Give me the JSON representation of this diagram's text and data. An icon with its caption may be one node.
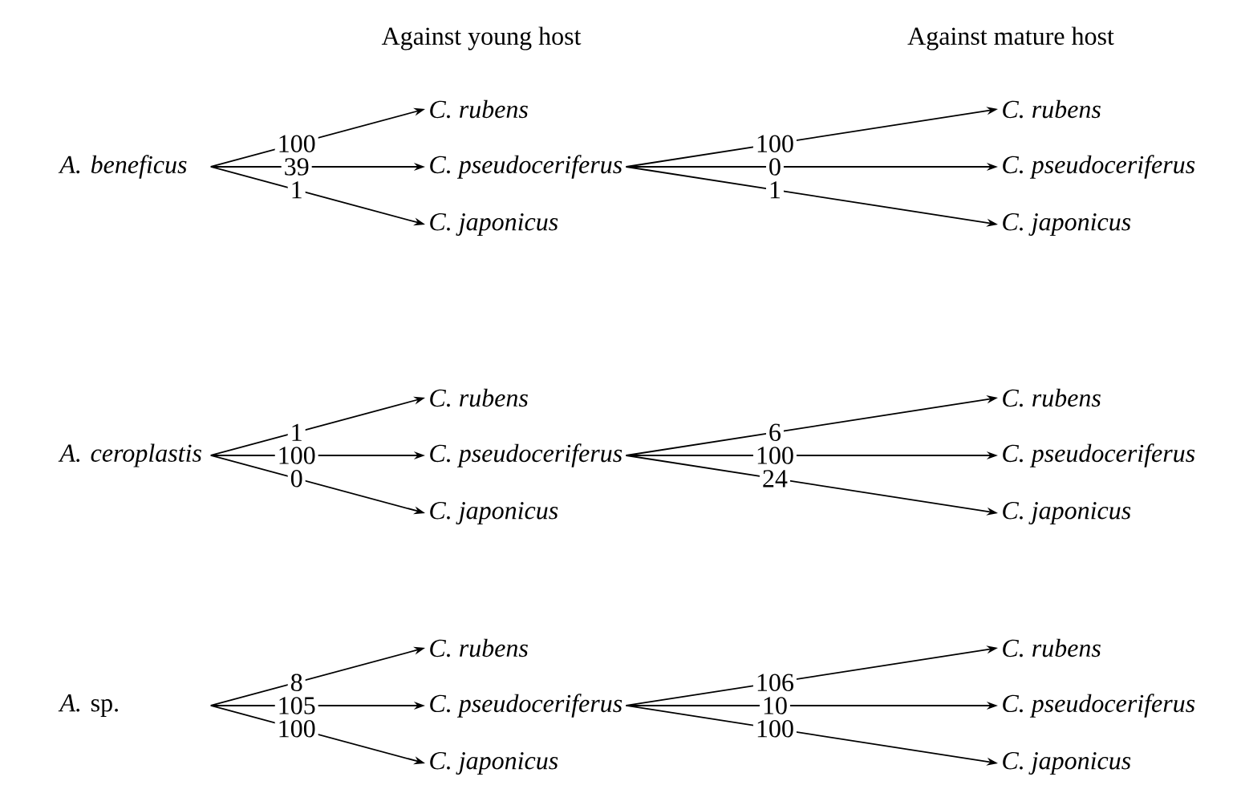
{
  "diagram": {
    "nodes": [
      {
        "text": [
          "A. beneficus"
        ]
      },
      {
        "text": [
          "C. rubens"
        ]
      },
      {
        "text": [
          "C. pseudoceriferus"
        ]
      },
      {
        "text": [
          "C. japonicus"
        ]
      },
      {
        "text": [
          "C. rubens"
        ]
      },
      {
        "text": [
          "C. pseudoceriferus"
        ]
      },
      {
        "text": [
          "C. japonicus"
        ]
      },
      {
        "text": [
          "A. ceroplastis"
        ]
      },
      {
        "text": [
          "C. rubens"
        ]
      },
      {
        "text": [
          "C. pseudoceriferus"
        ]
      },
      {
        "text": [
          "C. japonicus"
        ]
      },
      {
        "text": [
          "C. rubens"
        ]
      },
      {
        "text": [
          "C. pseudoceriferus"
        ]
      },
      {
        "text": [
          "C. japonicus"
        ]
      },
      {
        "text": [
          "*A.* sp."
        ]
      },
      {
        "text": [
          "C. rubens"
        ]
      },
      {
        "text": [
          "C. pseudoceriferus"
        ]
      },
      {
        "text": [
          "C. japonicus"
        ]
      },
      {
        "text": [
          "C. rubens"
        ]
      },
      {
        "text": [
          "C. pseudoceriferus"
        ]
      },
      {
        "text": [
          "C. japonicus"
        ]
      }
    ],
    "edges": [
      {
        "from": 0,
        "to": 1,
        "arrow": "to",
        "label": "100"
      },
      {
        "from": 0,
        "to": 2,
        "arrow": "to",
        "label": "39"
      },
      {
        "from": 0,
        "to": 3,
        "arrow": "to",
        "label": "1"
      },
      {
        "from": 2,
        "to": 4,
        "arrow": "to",
        "label": "100"
      },
      {
        "from": 2,
        "to": 5,
        "arrow": "to",
        "label": "0"
      },
      {
        "from": 2,
        "to": 6,
        "arrow": "to",
        "label": "1"
      },
      {
        "from": 7,
        "to": 8,
        "arrow": "to",
        "label": "1"
      },
      {
        "from": 7,
        "to": 9,
        "arrow": "to",
        "label": "100"
      },
      {
        "from": 7,
        "to": 10,
        "arrow": "to",
        "label": "0"
      },
      {
        "from": 9,
        "to": 11,
        "arrow": "to",
        "label": "6"
      },
      {
        "from": 9,
        "to": 12,
        "arrow": "to",
        "label": "100"
      },
      {
        "from": 9,
        "to": 13,
        "arrow": "to",
        "label": "24"
      },
      {
        "from": 14,
        "to": 15,
        "arrow": "to",
        "label": "8"
      },
      {
        "from": 14,
        "to": 16,
        "arrow": "to",
        "label": "105"
      },
      {
        "from": 14,
        "to": 17,
        "arrow": "to",
        "label": "100"
      },
      {
        "from": 16,
        "to": 18,
        "arrow": "to",
        "label": "106"
      },
      {
        "from": 16,
        "to": 19,
        "arrow": "to",
        "label": "10"
      },
      {
        "from": 16,
        "to": 20,
        "arrow": "to",
        "label": "100"
      }
    ],
    "labels": [
      "Against young host",
      "Against mature host"
    ]
  }
}
